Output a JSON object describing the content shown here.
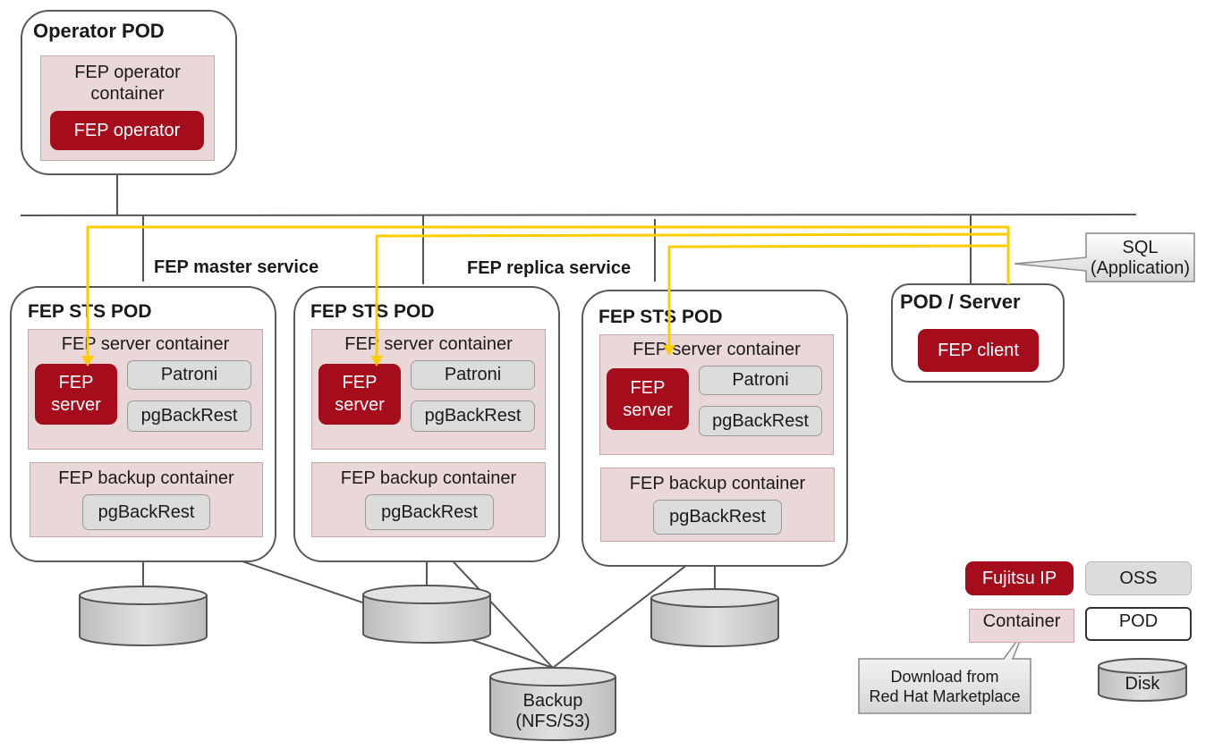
{
  "operator_pod": {
    "title": "Operator  POD",
    "container_label_line1": "FEP operator",
    "container_label_line2": "container",
    "operator_label": "FEP operator"
  },
  "services": {
    "master": "FEP master service",
    "replica": "FEP replica service"
  },
  "sts_pods": [
    {
      "title": "FEP STS POD",
      "server_container_label": "FEP server container",
      "server_line1": "FEP",
      "server_line2": "server",
      "patroni": "Patroni",
      "pgbackrest": "pgBackRest",
      "backup_container_label": "FEP  backup container",
      "backup_pgbackrest": "pgBackRest"
    },
    {
      "title": "FEP STS POD",
      "server_container_label": "FEP server container",
      "server_line1": "FEP",
      "server_line2": "server",
      "patroni": "Patroni",
      "pgbackrest": "pgBackRest",
      "backup_container_label": "FEP  backup container",
      "backup_pgbackrest": "pgBackRest"
    },
    {
      "title": "FEP STS POD",
      "server_container_label": "FEP server container",
      "server_line1": "FEP",
      "server_line2": "server",
      "patroni": "Patroni",
      "pgbackrest": "pgBackRest",
      "backup_container_label": "FEP  backup container",
      "backup_pgbackrest": "pgBackRest"
    }
  ],
  "client_pod": {
    "title": "POD / Server",
    "client_label": "FEP client"
  },
  "sql_callout": {
    "line1": "SQL",
    "line2": "(Application)"
  },
  "backup_disk": {
    "line1": "Backup",
    "line2": "(NFS/S3)"
  },
  "legend": {
    "fujitsu_ip": "Fujitsu IP",
    "oss": "OSS",
    "container": "Container",
    "pod": "POD",
    "disk": "Disk",
    "download_line1": "Download from",
    "download_line2": "Red Hat Marketplace"
  },
  "colors": {
    "fujitsu_red": "#a50d1c",
    "oss_gray": "#dcdcdc",
    "container_pink": "#ead8d8",
    "sql_arrow_yellow": "#ffcc00"
  }
}
